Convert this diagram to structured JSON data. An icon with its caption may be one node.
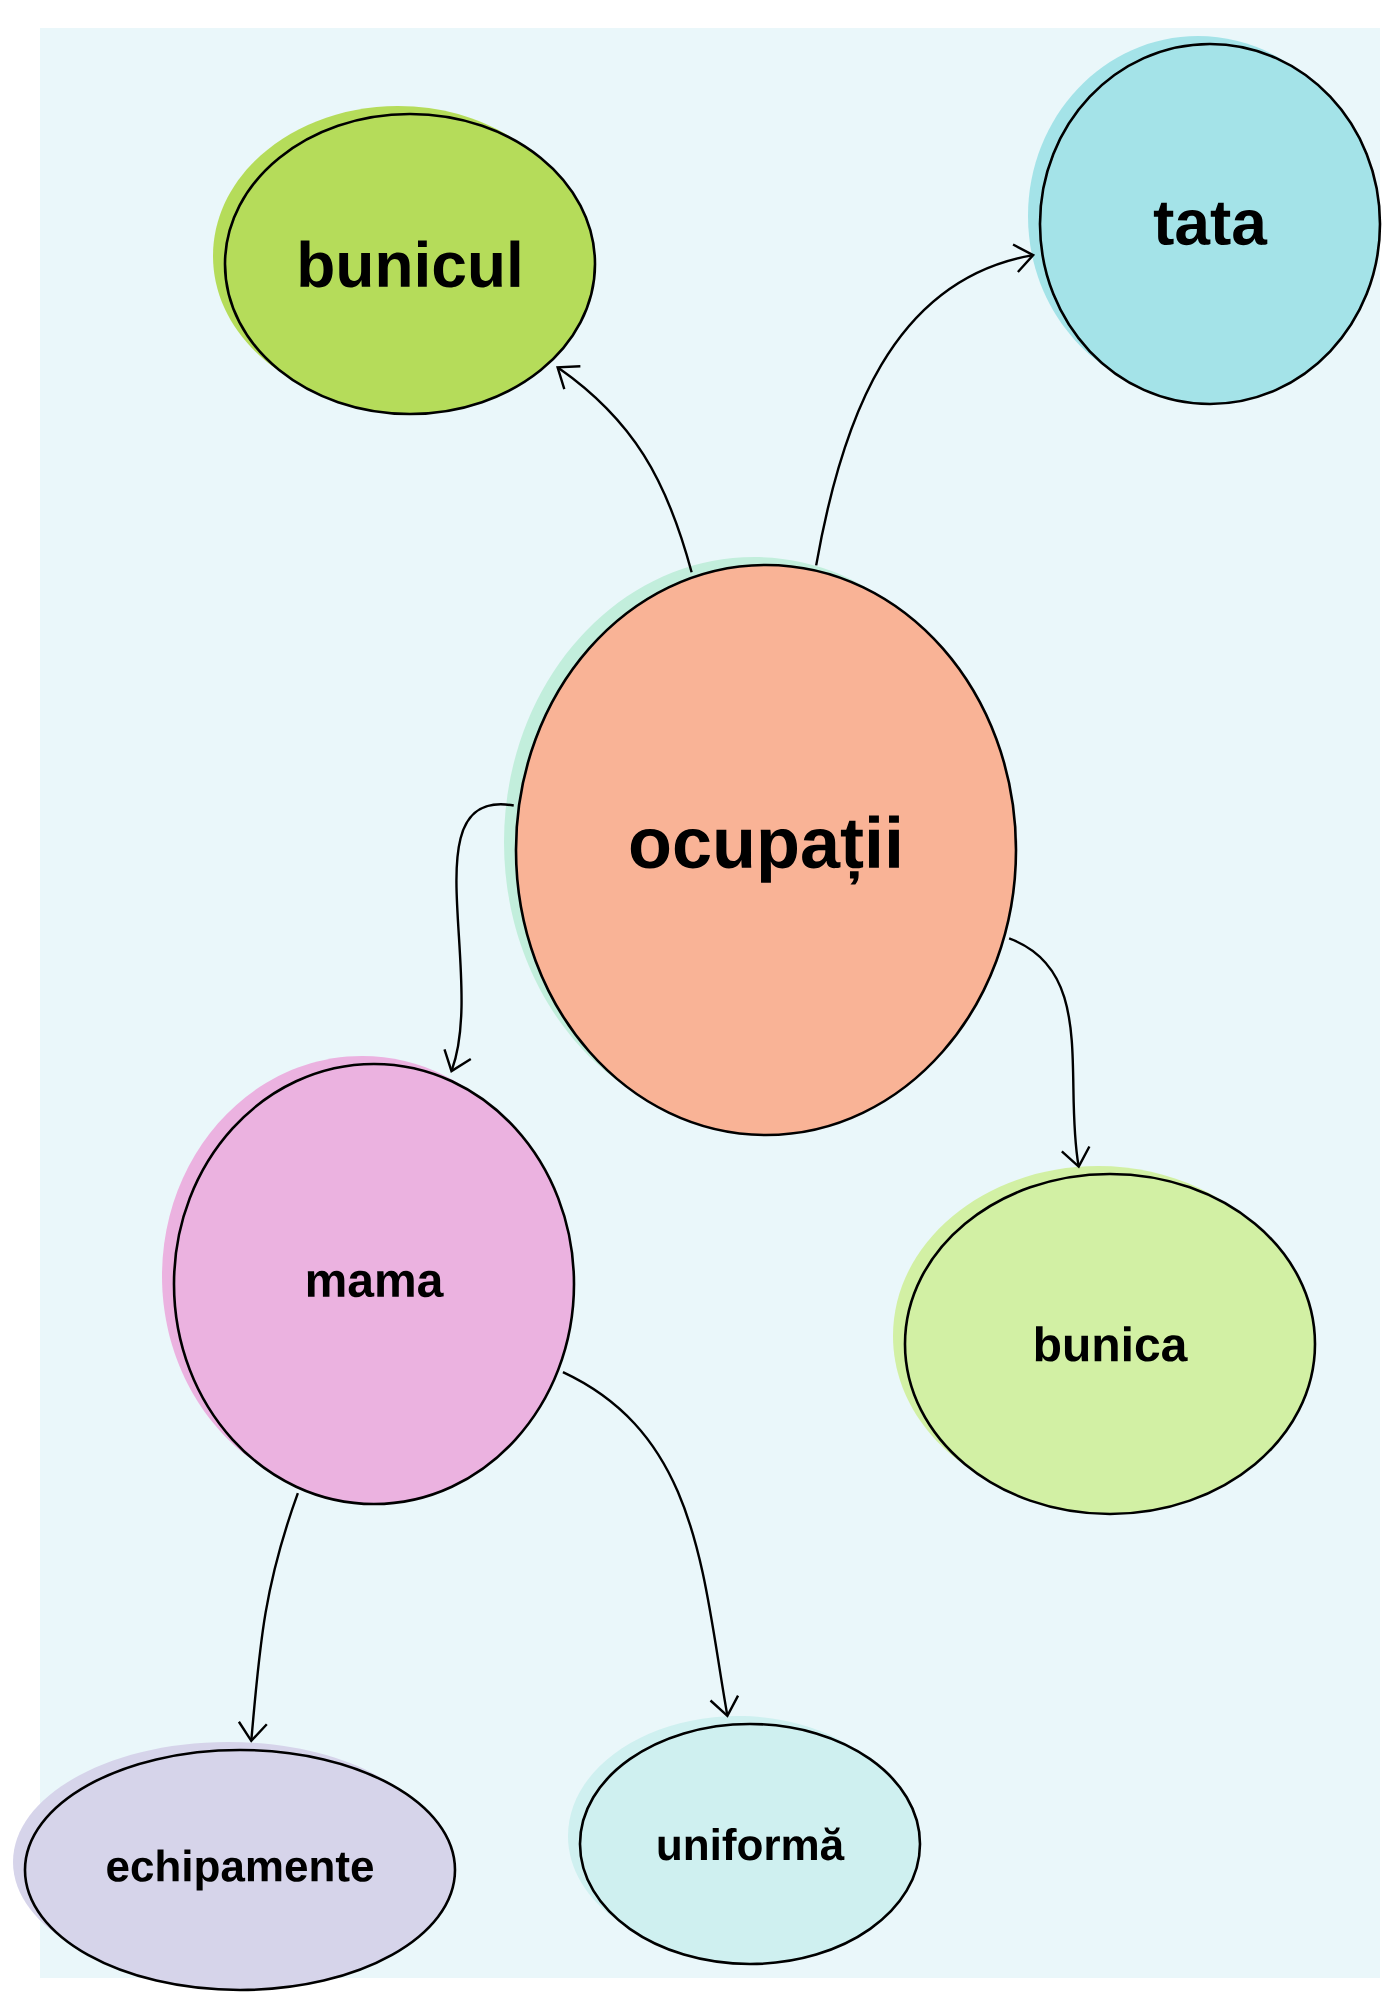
{
  "diagram": {
    "nodes": [
      {
        "text": [
          "ocupații"
        ]
      },
      {
        "text": [
          "bunicul"
        ]
      },
      {
        "text": [
          "tata"
        ]
      },
      {
        "text": [
          "mama"
        ]
      },
      {
        "text": [
          "bunica"
        ]
      },
      {
        "text": [
          "echipamente"
        ]
      },
      {
        "text": [
          "uniformă"
        ]
      }
    ],
    "edges": [
      {
        "from": 0,
        "to": 1,
        "arrow": "to"
      },
      {
        "from": 0,
        "to": 2,
        "arrow": "to"
      },
      {
        "from": 0,
        "to": 3,
        "arrow": "to"
      },
      {
        "from": 0,
        "to": 4,
        "arrow": "to"
      },
      {
        "from": 3,
        "to": 5,
        "arrow": "to"
      },
      {
        "from": 3,
        "to": 6,
        "arrow": "to"
      }
    ]
  }
}
